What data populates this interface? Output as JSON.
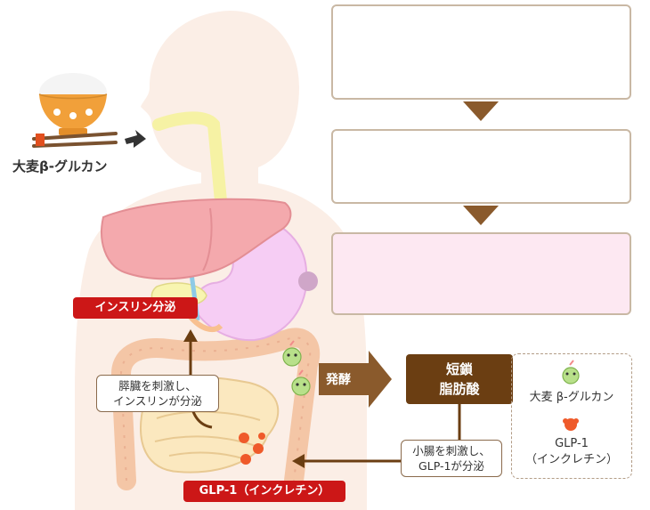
{
  "food_label": "大麦β-グルカン",
  "steps": [
    "",
    "",
    ""
  ],
  "labels": {
    "insulin_secretion": "インスリン分泌",
    "glp1": "GLP-1（インクレチン）",
    "fermentation": "発酵",
    "scfa_line1": "短鎖",
    "scfa_line2": "脂肪酸"
  },
  "notes": {
    "pancreas_line1": "膵臓を刺激し、",
    "pancreas_line2": "インスリンが分泌",
    "intestine_line1": "小腸を刺激し、",
    "intestine_line2": "GLP-1が分泌"
  },
  "legend": {
    "glucan": "大麦 β-グルカン",
    "glp1_line1": "GLP-1",
    "glp1_line2": "（インクレチン）"
  },
  "colors": {
    "box_border": "#c9b8a4",
    "box_fill_pink": "#fde8f2",
    "arrow_brown": "#8a5a2c",
    "dark_brown": "#6b3e12",
    "red_label": "#cc1717",
    "body_skin": "#fbeee6"
  }
}
